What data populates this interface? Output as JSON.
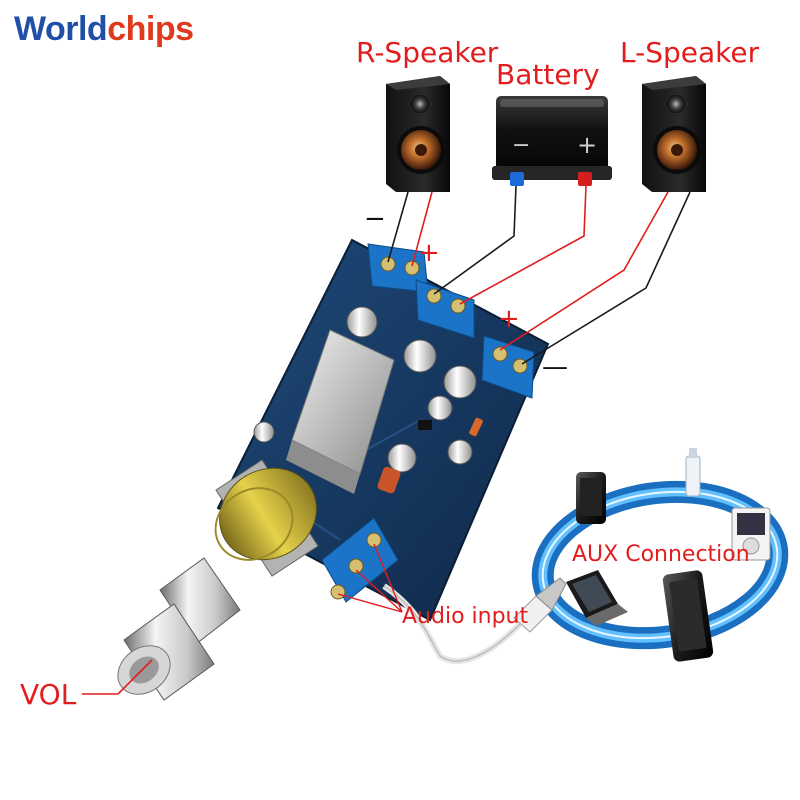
{
  "brand": {
    "part1": "World",
    "part2": "chips",
    "color_primary": "#1f4fa8",
    "color_accent": "#e03a1e"
  },
  "labels": {
    "r_speaker": "R-Speaker",
    "battery": "Battery",
    "l_speaker": "L-Speaker",
    "aux_connection": "AUX Connection",
    "audio_input": "Audio input",
    "vol": "VOL"
  },
  "signs": {
    "minus": "−",
    "plus": "+",
    "dash": "—"
  },
  "colors": {
    "label": "#e21d1d",
    "wire_red": "#e21d1d",
    "wire_black": "#1a1a1a",
    "pcb": "#14365f",
    "terminal": "#1976c9",
    "aux_ring": "#2a93e8"
  }
}
